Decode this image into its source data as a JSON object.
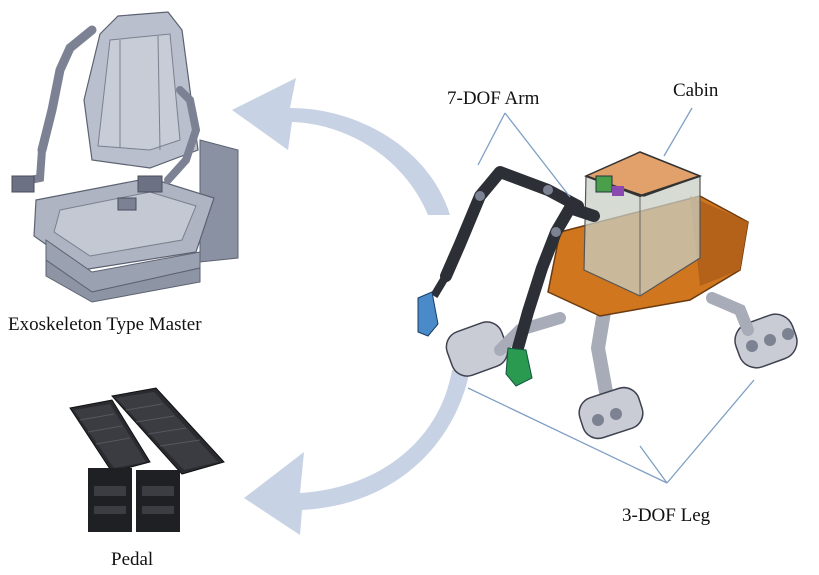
{
  "labels": {
    "arm": "7-DOF Arm",
    "cabin": "Cabin",
    "master": "Exoskeleton Type Master",
    "leg": "3-DOF Leg",
    "pedal": "Pedal"
  },
  "colors": {
    "arrow": "#c4d0e3",
    "leader_line": "#7f9fc5",
    "seat": "#b9bfcc",
    "seat_dark": "#8a91a2",
    "arm": "#2c2f36",
    "cabin": "#d0761f",
    "glass": "#c8cfc4",
    "leg": "#a7acb8",
    "pedal": "#1f2024"
  }
}
